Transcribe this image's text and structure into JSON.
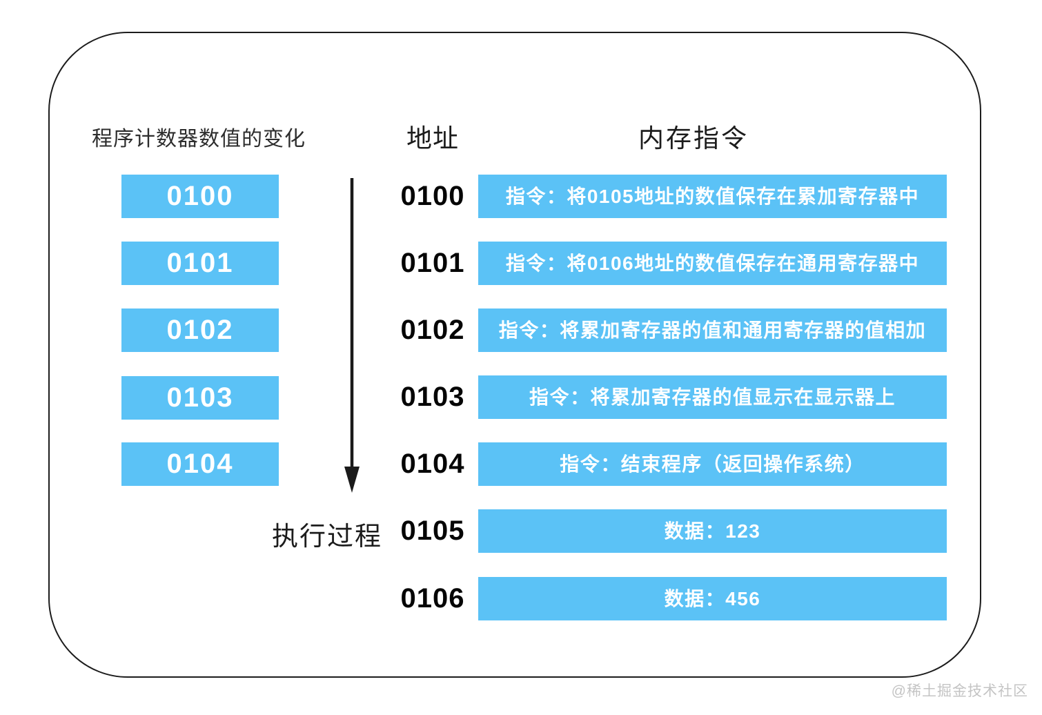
{
  "colors": {
    "accent": "#5BC2F6",
    "frame_border": "#1c1c1c",
    "watermark_gray": "#c4c4c4"
  },
  "pc_column": {
    "title": "程序计数器数值的变化",
    "values": [
      "0100",
      "0101",
      "0102",
      "0103",
      "0104"
    ]
  },
  "execution_label": "执行过程",
  "address_column_title": "地址",
  "memory_column_title": "内存指令",
  "rows": [
    {
      "address": "0100",
      "content": "指令：将0105地址的数值保存在累加寄存器中"
    },
    {
      "address": "0101",
      "content": "指令：将0106地址的数值保存在通用寄存器中"
    },
    {
      "address": "0102",
      "content": "指令：将累加寄存器的值和通用寄存器的值相加"
    },
    {
      "address": "0103",
      "content": "指令：将累加寄存器的值显示在显示器上"
    },
    {
      "address": "0104",
      "content": "指令：结束程序（返回操作系统）"
    },
    {
      "address": "0105",
      "content": "数据：123"
    },
    {
      "address": "0106",
      "content": "数据：456"
    }
  ],
  "watermark": "@稀土掘金技术社区"
}
